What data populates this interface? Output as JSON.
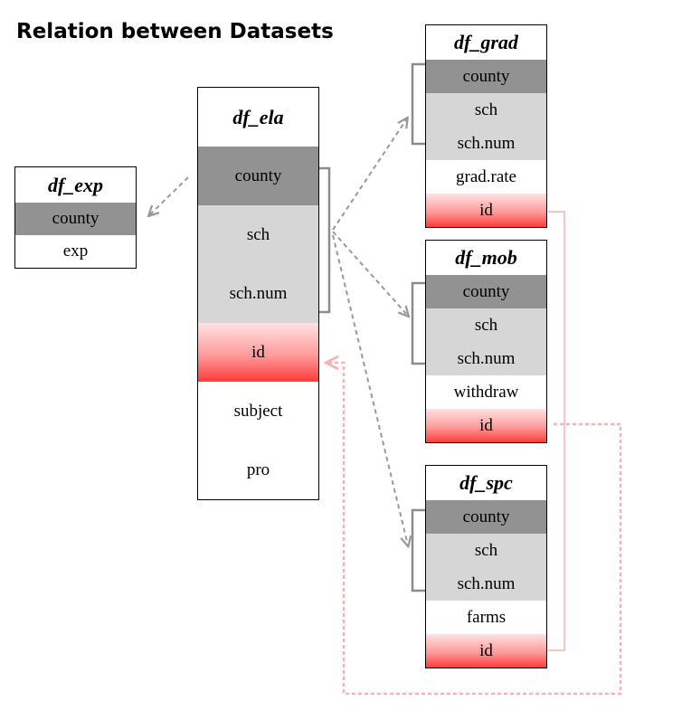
{
  "title": "Relation between Datasets",
  "tables": {
    "exp": {
      "name": "df_exp",
      "fields": [
        "county",
        "exp"
      ]
    },
    "ela": {
      "name": "df_ela",
      "fields": [
        "county",
        "sch",
        "sch.num",
        "id",
        "subject",
        "pro"
      ]
    },
    "grad": {
      "name": "df_grad",
      "fields": [
        "county",
        "sch",
        "sch.num",
        "grad.rate",
        "id"
      ]
    },
    "mob": {
      "name": "df_mob",
      "fields": [
        "county",
        "sch",
        "sch.num",
        "withdraw",
        "id"
      ]
    },
    "spc": {
      "name": "df_spc",
      "fields": [
        "county",
        "sch",
        "sch.num",
        "farms",
        "id"
      ]
    }
  },
  "colors": {
    "key_dark": "#929292",
    "key_light": "#d6d6d6",
    "id_red": "#ff3b3b",
    "arrow_gray": "#999999",
    "bracket_gray": "#8c8c8c",
    "id_link_pink": "#f7c3c3"
  }
}
